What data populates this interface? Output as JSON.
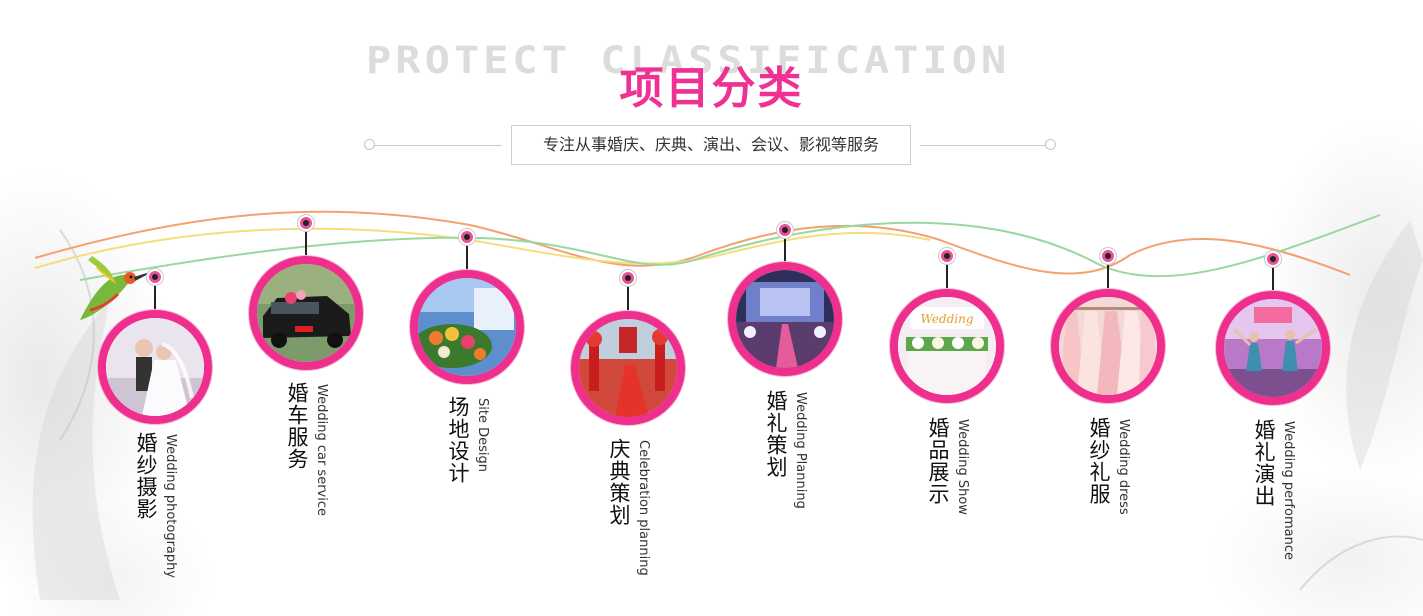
{
  "header": {
    "watermark": "PROTECT CLASSIFICATION",
    "title": "项目分类",
    "subtitle": "专注从事婚庆、庆典、演出、会议、影视等服务"
  },
  "colors": {
    "accent": "#ee2f8d",
    "wave_orange": "#f4a170",
    "wave_green": "#9bd7a0",
    "wave_yellow": "#f4de7a"
  },
  "icons": {
    "decoration": "hummingbird-icon"
  },
  "categories": [
    {
      "cn": "婚纱摄影",
      "en": "Wedding photography",
      "scene": "bride-and-groom"
    },
    {
      "cn": "婚车服务",
      "en": "Wedding car service",
      "scene": "decorated-black-car"
    },
    {
      "cn": "场地设计",
      "en": "Site Design",
      "scene": "flower-venue"
    },
    {
      "cn": "庆典策划",
      "en": "Celebration planning",
      "scene": "red-carpet-ceremony"
    },
    {
      "cn": "婚礼策划",
      "en": "Wedding Planning",
      "scene": "wedding-stage"
    },
    {
      "cn": "婚品展示",
      "en": "Wedding Show",
      "scene": "wedding-sign-display"
    },
    {
      "cn": "婚纱礼服",
      "en": "Wedding dress",
      "scene": "dress-rack"
    },
    {
      "cn": "婚礼演出",
      "en": "Wedding perfomance",
      "scene": "stage-dancers"
    }
  ]
}
